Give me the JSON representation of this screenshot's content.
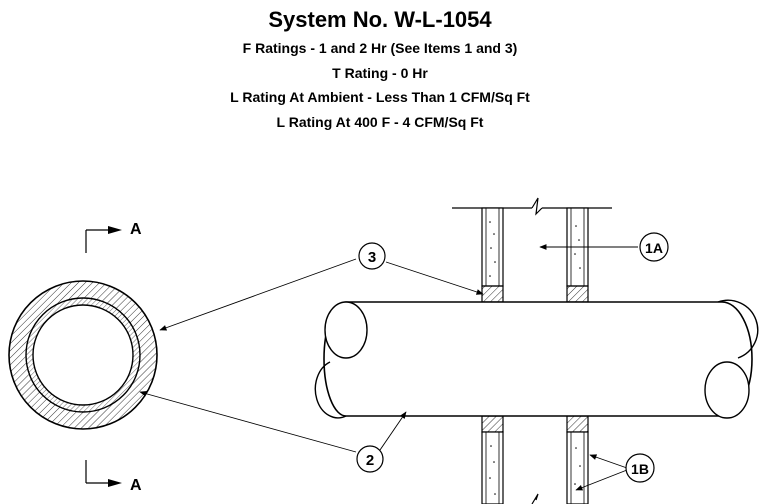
{
  "header": {
    "title": "System No. W-L-1054",
    "lines": [
      "F Ratings - 1 and 2 Hr (See Items 1 and 3)",
      "T Rating - 0 Hr",
      "L Rating At Ambient - Less Than 1 CFM/Sq Ft",
      "L Rating At 400 F - 4 CFM/Sq Ft"
    ]
  },
  "section": {
    "marker_top": "A",
    "marker_bottom": "A"
  },
  "callouts": {
    "c3": "3",
    "c2": "2",
    "c1a": "1A",
    "c1b": "1B"
  }
}
